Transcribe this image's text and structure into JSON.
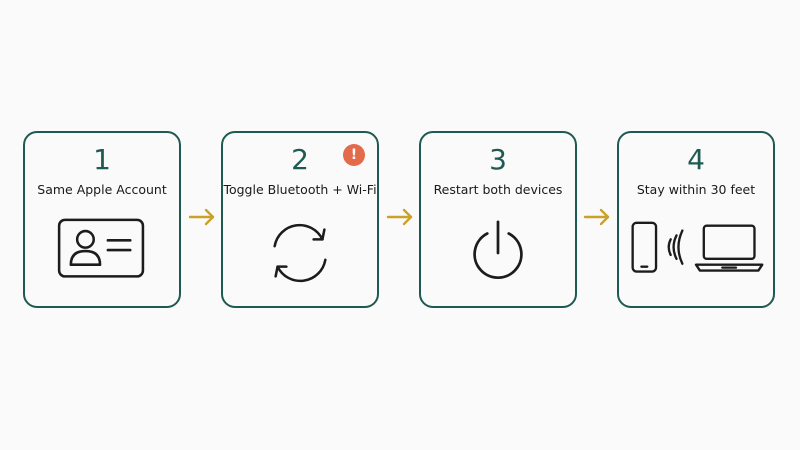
{
  "steps": [
    {
      "number": "1",
      "label": "Same Apple Account",
      "icon": "id-card-icon"
    },
    {
      "number": "2",
      "label": "Toggle Bluetooth + Wi-Fi",
      "icon": "refresh-icon",
      "badge": "!"
    },
    {
      "number": "3",
      "label": "Restart both devices",
      "icon": "power-icon"
    },
    {
      "number": "4",
      "label": "Stay within 30 feet",
      "icon": "phone-signal-laptop-icon"
    }
  ],
  "colors": {
    "border": "#1e5a52",
    "arrow": "#c9a227",
    "badge": "#e36a4a",
    "icon_stroke": "#1c1c1c"
  }
}
